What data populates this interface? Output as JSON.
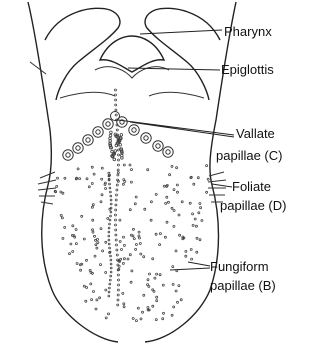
{
  "labels": {
    "pharynx": "Pharynx",
    "epiglottis": "Epiglottis",
    "vallate_1": "Vallate",
    "vallate_2": "papillae (C)",
    "foliate_1": "Foliate",
    "foliate_2": "papillae (D)",
    "fungiform_1": "Fungiform",
    "fungiform_2": "papillae (B)"
  }
}
